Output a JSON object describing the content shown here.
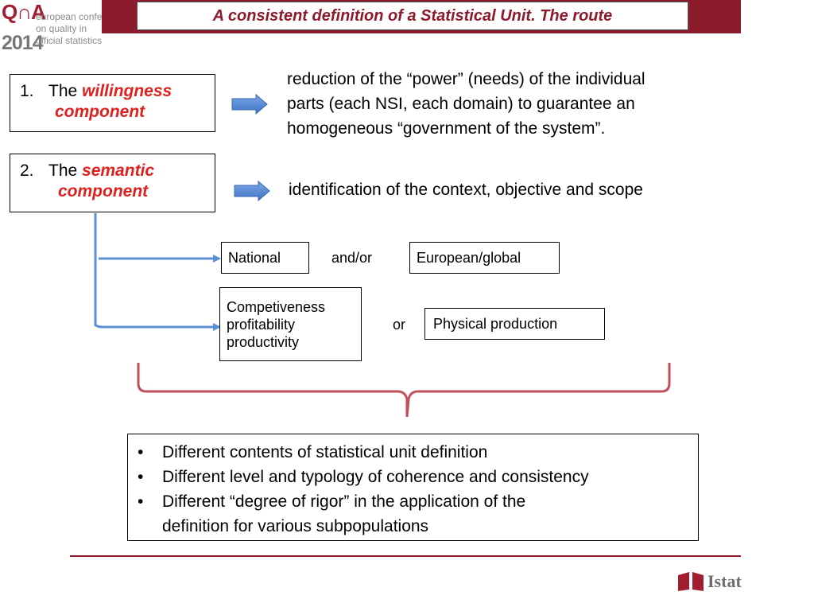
{
  "header": {
    "title": "A consistent definition of a Statistical Unit.  The route"
  },
  "logo": {
    "mark": "Q∩A",
    "year": "2014",
    "lines": [
      "european conference",
      "on quality in",
      "official statistics"
    ]
  },
  "components": [
    {
      "number": "1.",
      "prefix": "The",
      "keyword": "willingness",
      "keyword2": "component",
      "description": [
        "reduction of the “power” (needs) of the individual",
        "parts (each NSI, each domain) to guarantee an",
        "homogeneous “government of the system”."
      ]
    },
    {
      "number": "2.",
      "prefix": "The",
      "keyword": "semantic",
      "keyword2": "component",
      "description": [
        "identification of the context, objective and scope"
      ]
    }
  ],
  "branch1": {
    "left": "National",
    "connector": "and/or",
    "right": "European/global"
  },
  "branch2": {
    "left": [
      "Competiveness",
      "profitability",
      "productivity"
    ],
    "connector": "or",
    "right": "Physical production"
  },
  "results": {
    "bullet": "•",
    "items": [
      "Different contents of statistical unit definition",
      "Different level and typology of coherence and consistency",
      "Different “degree of rigor” in the application of the",
      "definition for various subpopulations"
    ]
  },
  "footer": {
    "brand": "Istat"
  },
  "colors": {
    "accent": "#8b1a2b",
    "keyword": "#e0201f",
    "arrow": "#5b8fd6",
    "brace": "#c0505e"
  }
}
